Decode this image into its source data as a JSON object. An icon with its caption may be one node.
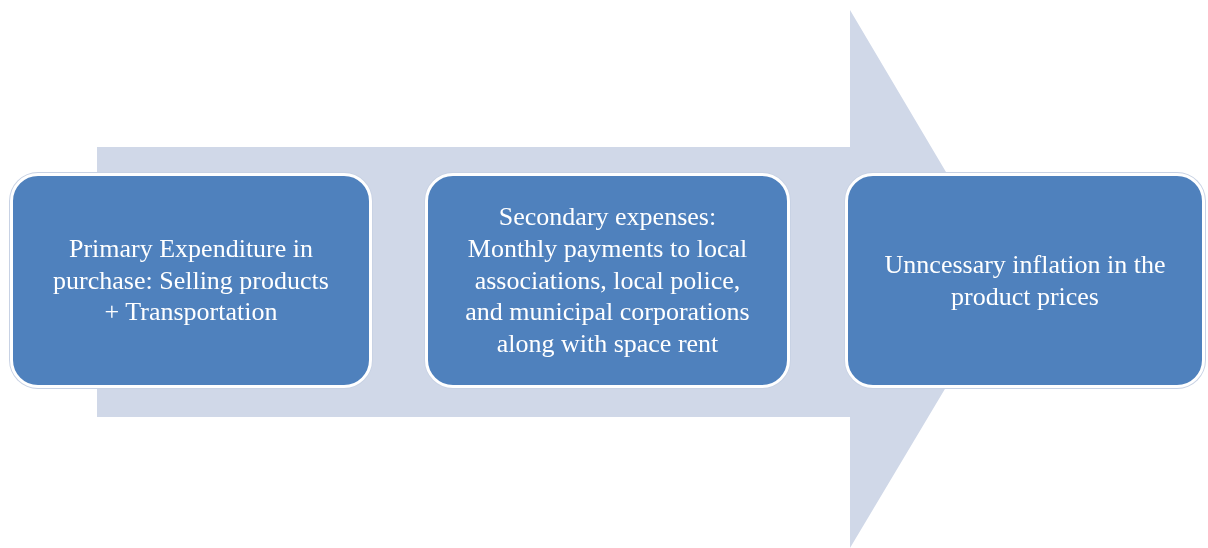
{
  "diagram": {
    "nodes": [
      {
        "text": [
          "Primary Expenditure in purchase: Selling products + Transportation"
        ]
      },
      {
        "text": [
          "Secondary expenses: Monthly payments to local associations, local police, and municipal corporations along with space rent"
        ]
      },
      {
        "text": [
          "Unncessary inflation in the product prices"
        ]
      }
    ],
    "edges": [
      {
        "from": 0,
        "to": 2,
        "arrow": "to"
      }
    ]
  }
}
